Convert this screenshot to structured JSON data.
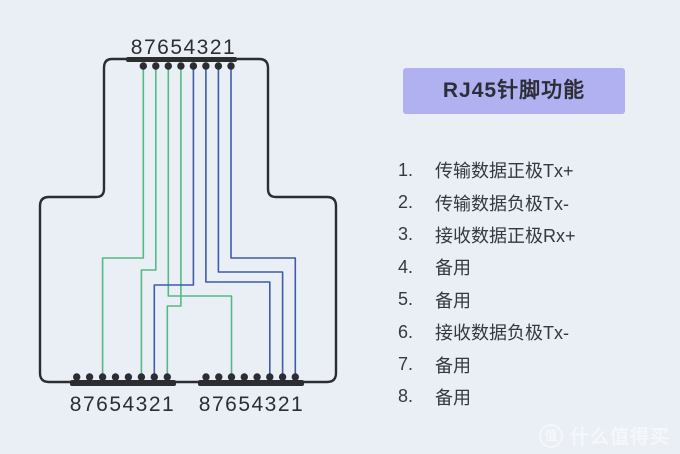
{
  "colors": {
    "background": "#eaeef5",
    "outline": "#2b2d31",
    "wire_green": "#56b985",
    "wire_blue": "#3d5caa",
    "pin_dot": "#2a2d33",
    "pin_text": "#2b2e35",
    "header_bg": "#b1b0f1",
    "header_text": "#2c2f38",
    "list_text": "#34383f",
    "watermark": "#f7f9fc"
  },
  "diagram": {
    "top_row_label": "87654321",
    "bottom_left_row_label": "87654321",
    "bottom_right_row_label": "87654321"
  },
  "panel": {
    "title": "RJ45针脚功能",
    "pins": [
      {
        "num": "1.",
        "label": "传输数据正极Tx+"
      },
      {
        "num": "2.",
        "label": "传输数据负极Tx-"
      },
      {
        "num": "3.",
        "label": "接收数据正极Rx+"
      },
      {
        "num": "4.",
        "label": "备用"
      },
      {
        "num": "5.",
        "label": "备用"
      },
      {
        "num": "6.",
        "label": "接收数据负极Tx-"
      },
      {
        "num": "7.",
        "label": "备用"
      },
      {
        "num": "8.",
        "label": "备用"
      }
    ]
  },
  "watermark": {
    "logo_char": "值",
    "text": "什么值得买"
  }
}
